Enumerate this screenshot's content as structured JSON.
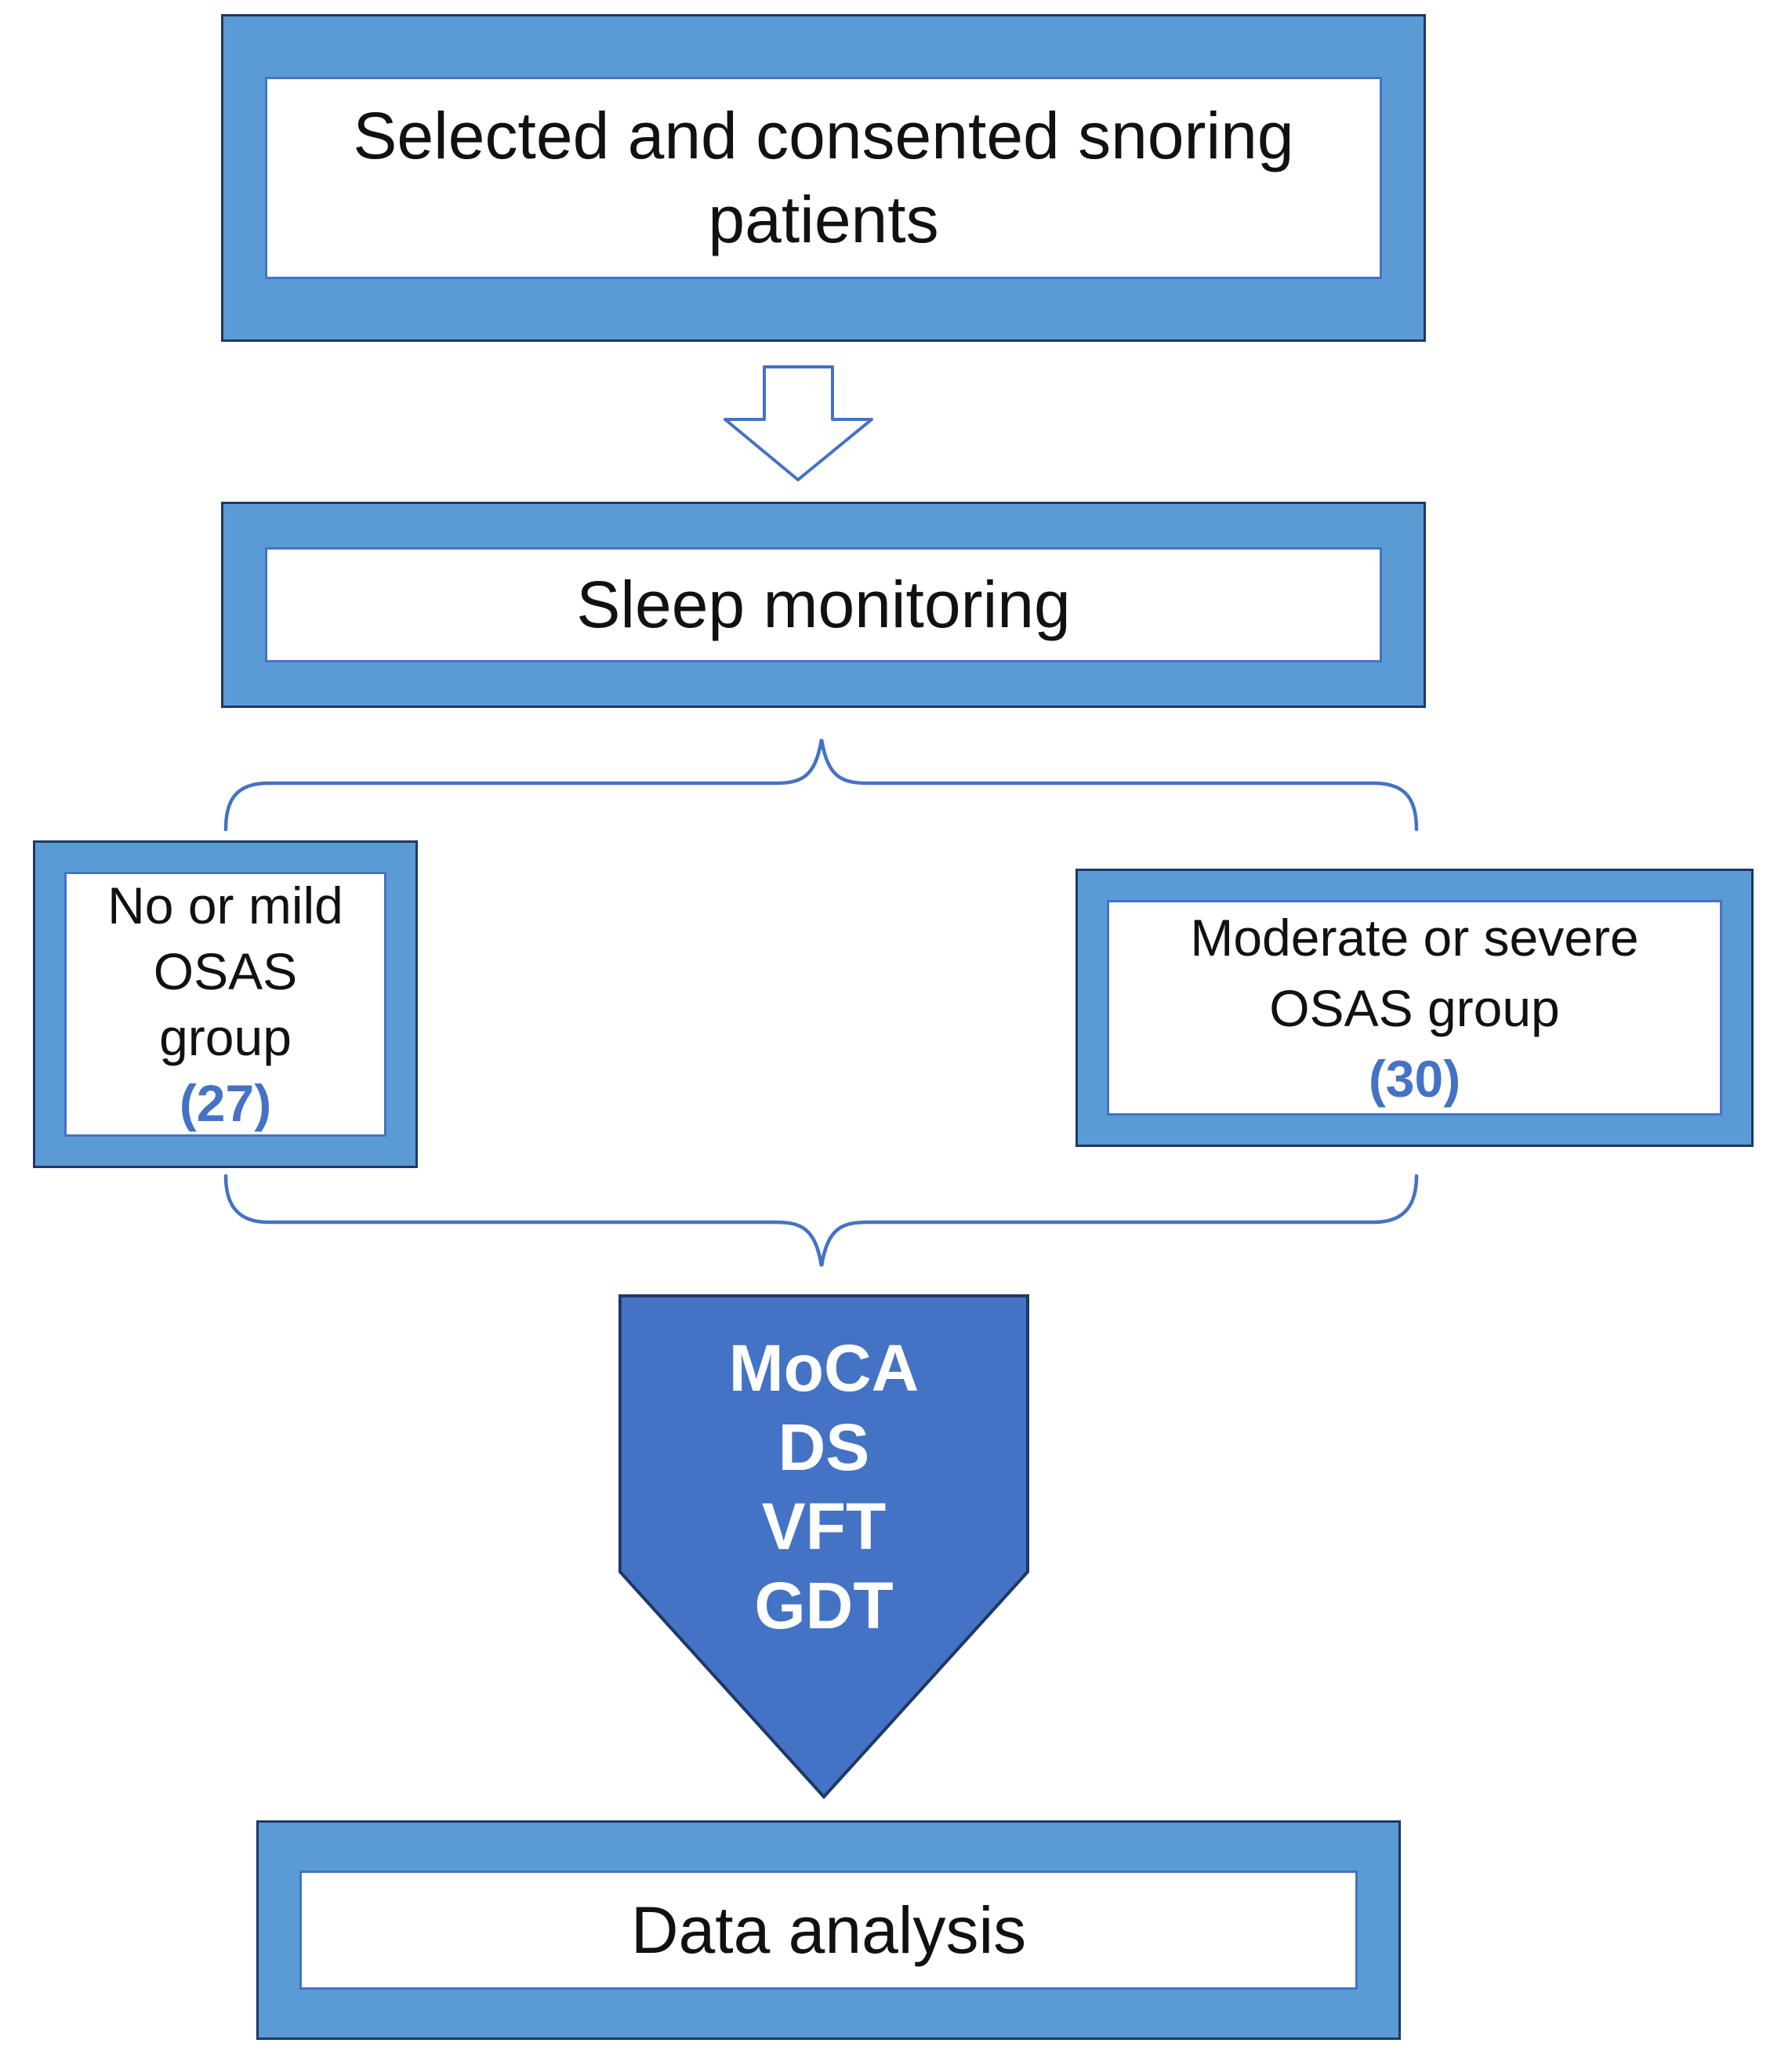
{
  "boxes": {
    "selected": {
      "text": "Selected and consented snoring patients"
    },
    "sleep": {
      "text": "Sleep monitoring"
    },
    "left_group": {
      "lines": [
        "No or mild",
        "OSAS",
        "group"
      ],
      "count": "(27)"
    },
    "right_group": {
      "lines": [
        "Moderate or severe",
        "OSAS group"
      ],
      "count": "(30)"
    },
    "data": {
      "text": "Data analysis"
    }
  },
  "tests": {
    "lines": [
      "MoCA",
      "DS",
      "VFT",
      "GDT"
    ]
  },
  "icons": {
    "down_arrow": "down-arrow",
    "split_brace": "curly-brace-split",
    "merge_brace": "curly-brace-merge",
    "tests_arrow": "down-pointing-pentagon"
  },
  "colors": {
    "frame_blue": "#5B9BD5",
    "accent_blue": "#4472C4",
    "dark_navy": "#1F3864",
    "count_blue": "#4472C4",
    "text_black": "#111111"
  }
}
